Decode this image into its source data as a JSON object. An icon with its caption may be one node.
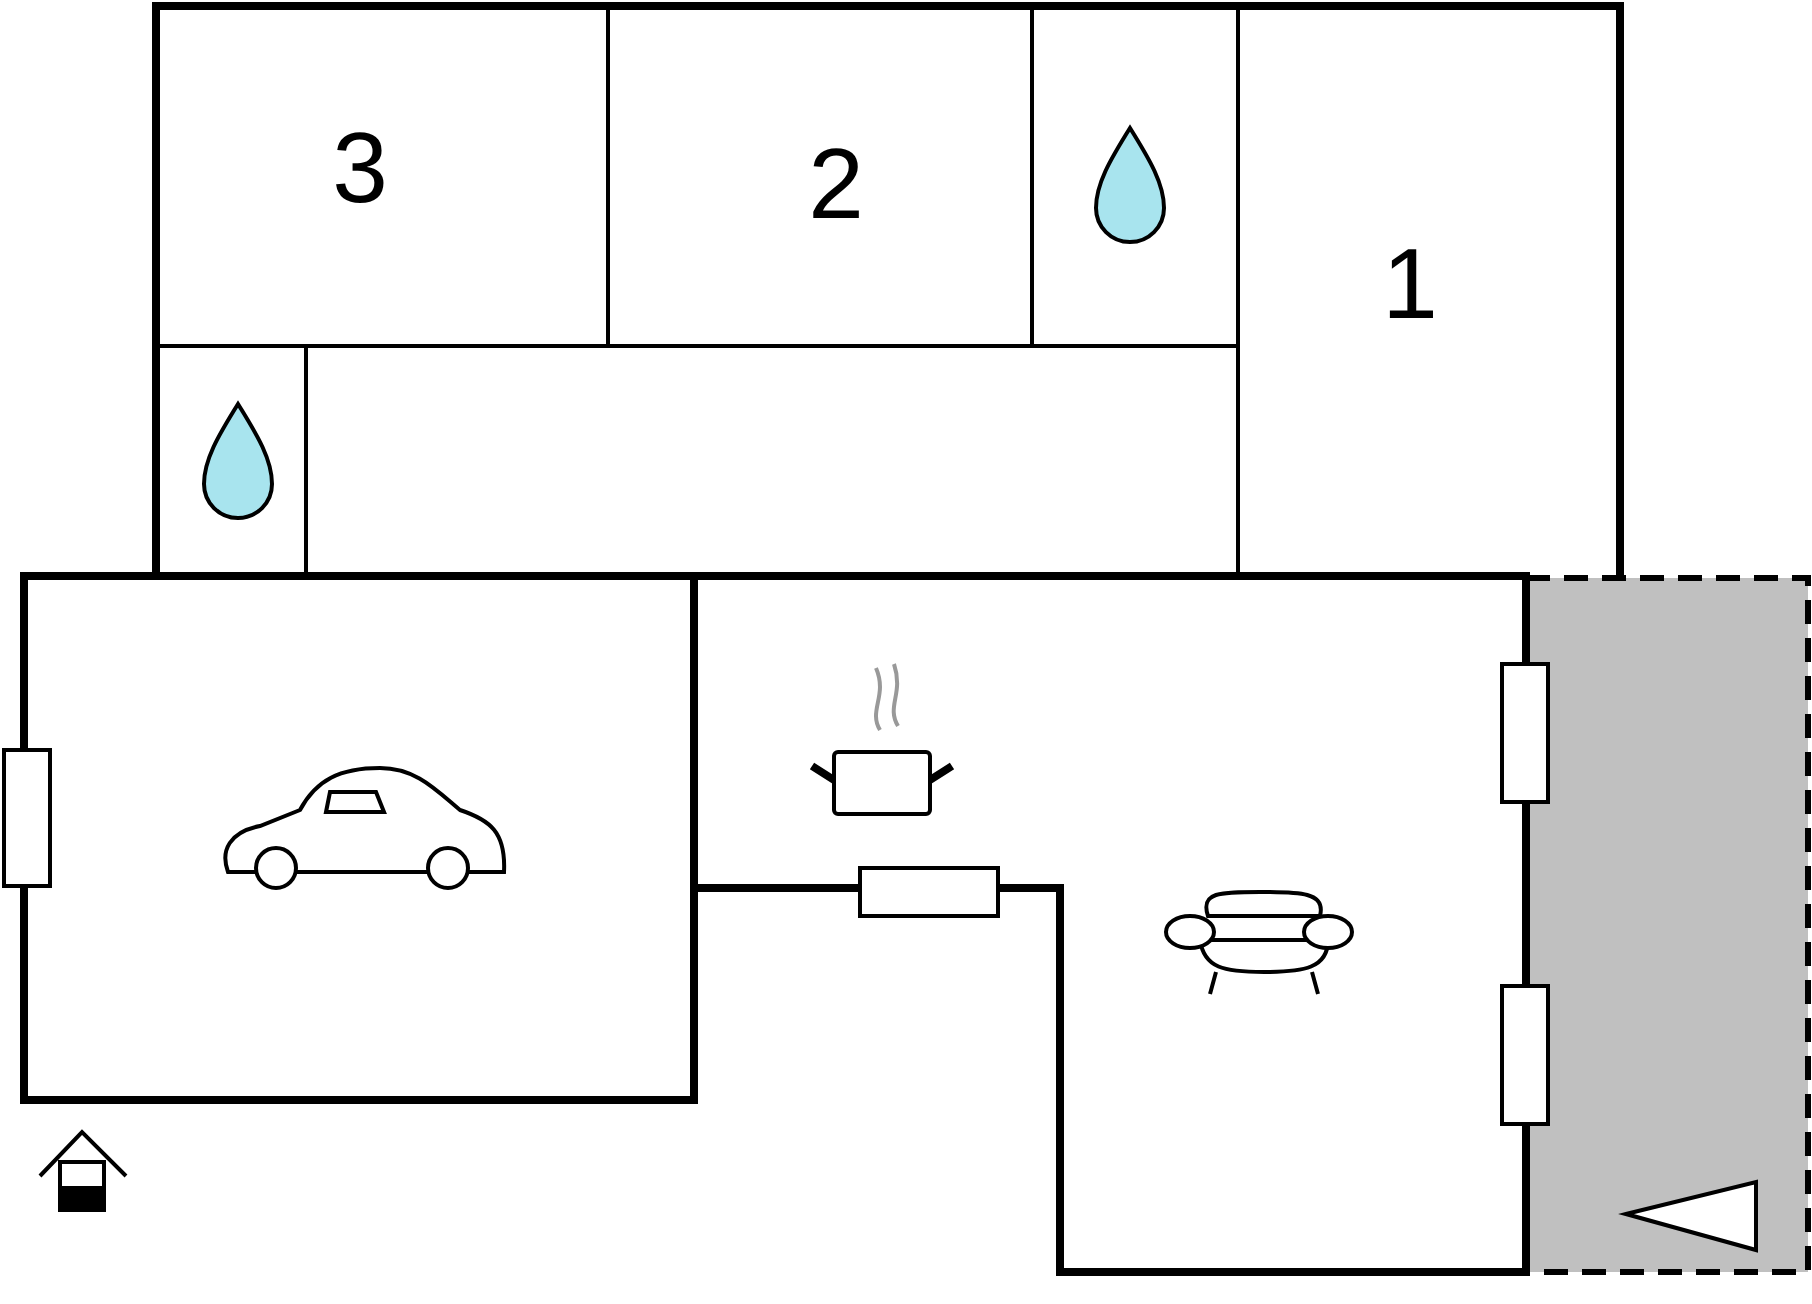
{
  "diagram": {
    "labels": [
      "3",
      "2",
      "1"
    ]
  }
}
